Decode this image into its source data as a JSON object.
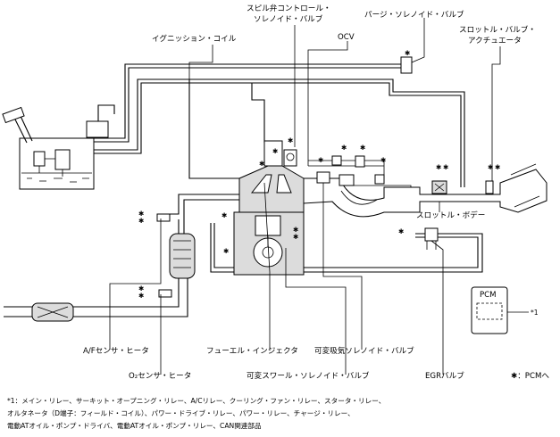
{
  "labels": {
    "spill_valve_line1": "スピル弁コントロール・",
    "spill_valve_line2": "ソレノイド・バルブ",
    "purge_valve": "パージ・ソレノイド・バルブ",
    "throttle_actuator_line1": "スロットル・バルブ・",
    "throttle_actuator_line2": "アクチュエータ",
    "ignition_coil": "イグニッション・コイル",
    "ocv": "OCV",
    "throttle_body": "スロットル・ボデー",
    "pcm": "PCM",
    "pcm_note": "*1",
    "af_sensor": "A/Fセンサ・ヒータ",
    "fuel_injector": "フューエル・インジェクタ",
    "variable_intake": "可変吸気ソレノイド・バルブ",
    "o2_sensor": "O₂センサ・ヒータ",
    "swirl_valve": "可変スワール・ソレノイド・バルブ",
    "egr_valve": "EGRバルブ",
    "pcm_legend": "✱：PCMへ"
  },
  "marker": "✱",
  "footnote": {
    "line1": "*1：メイン・リレー、サーキット・オープニング・リレー、A/Cリレー、クーリング・ファン・リレー、スタータ・リレー、",
    "line2": "オルタネータ（D端子：フィールド・コイル）、パワー・ドライブ・リレー、パワー・リレー、チャージ・リレー、",
    "line3": "電動ATオイル・ポンプ・ドライバ、電動ATオイル・ポンプ・リレー、CAN関連部品"
  },
  "colors": {
    "line": "#000000",
    "component_fill": "#dcdcdc",
    "background": "#ffffff"
  }
}
